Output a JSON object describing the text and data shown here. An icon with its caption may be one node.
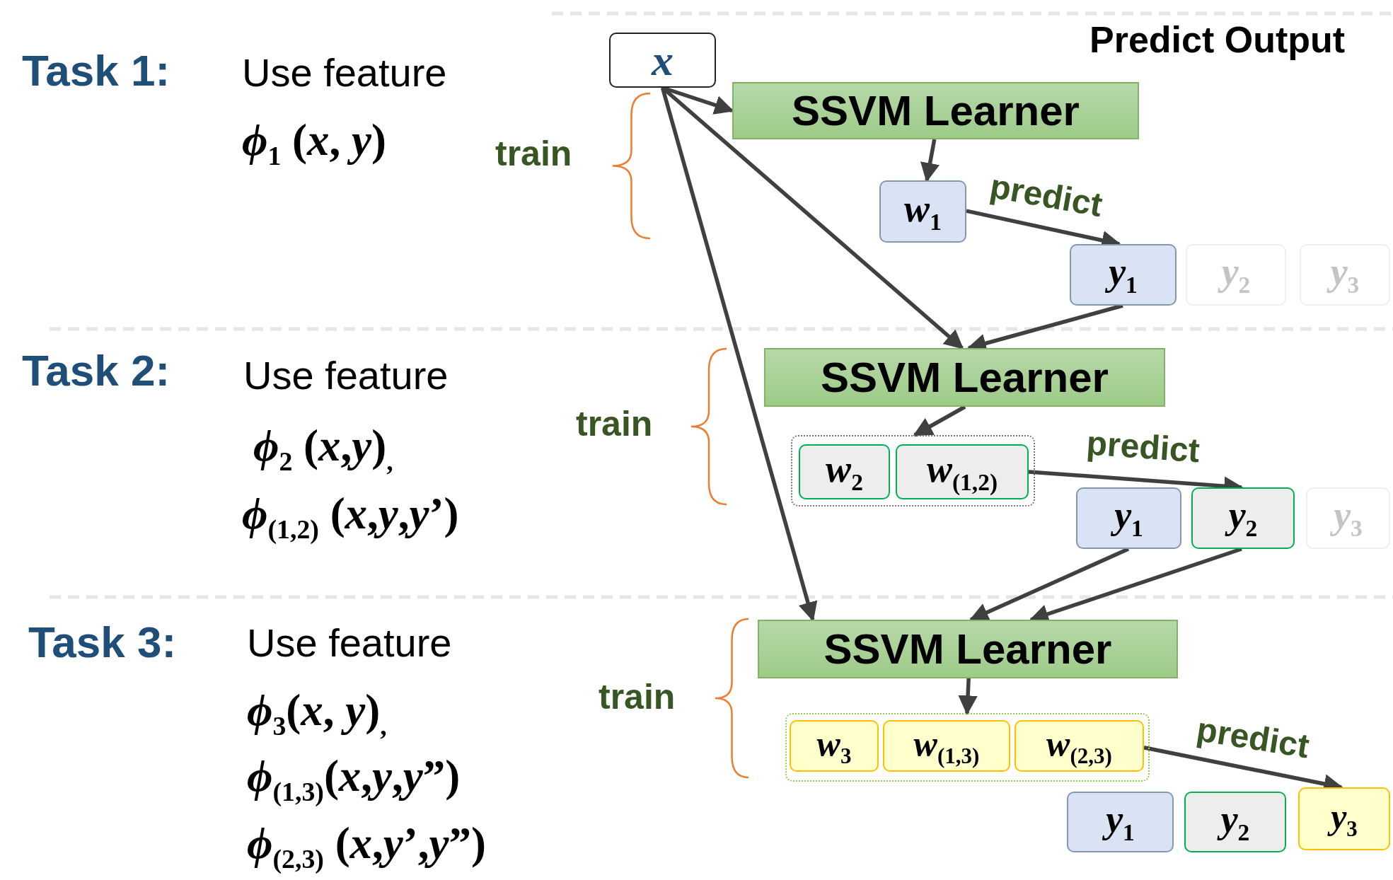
{
  "diagram": {
    "nodes": [
      {
        "text": [
          "x"
        ]
      },
      {
        "text": [
          "SSVM Learner"
        ]
      },
      {
        "text": [
          "*w*$_{1}$"
        ]
      },
      {
        "text": [
          "*y*$_{1}$"
        ]
      },
      {
        "text": [
          "*y*$_{2}$"
        ]
      },
      {
        "text": [
          "*y*$_{3}$"
        ]
      },
      {
        "text": [
          "SSVM Learner"
        ]
      },
      {
        "text": [],
        "shape": "box"
      },
      {
        "text": [
          "*w*$_{2}$"
        ],
        "in": 7
      },
      {
        "text": [
          "*w*$_{(1,2)}$"
        ],
        "in": 7
      },
      {
        "text": [
          "*y*$_{1}$"
        ]
      },
      {
        "text": [
          "*y*$_{2}$"
        ]
      },
      {
        "text": [
          "*y*$_{3}$"
        ]
      },
      {
        "text": [
          "SSVM Learner"
        ]
      },
      {
        "text": [],
        "shape": "box"
      },
      {
        "text": [
          "*w*$_{3}$"
        ],
        "in": 14
      },
      {
        "text": [
          "*w*$_{(1,3)}$"
        ],
        "in": 14
      },
      {
        "text": [
          "*w*$_{(2,3)}$"
        ],
        "in": 14
      },
      {
        "text": [
          "*y*$_{1}$"
        ]
      },
      {
        "text": [
          "*y*$_{2}$"
        ]
      },
      {
        "text": [
          "*y*$_{3}$"
        ]
      }
    ],
    "edges": [
      {
        "from": 0,
        "to": 1,
        "arrow": "to"
      },
      {
        "from": 0,
        "to": 6,
        "arrow": "to"
      },
      {
        "from": 0,
        "to": 13,
        "arrow": "to"
      },
      {
        "from": 1,
        "to": 2,
        "arrow": "to"
      },
      {
        "from": 2,
        "to": 3,
        "arrow": "to",
        "label": "predict"
      },
      {
        "from": 3,
        "to": 6,
        "arrow": "to"
      },
      {
        "from": 6,
        "to": 7,
        "arrow": "to"
      },
      {
        "from": 9,
        "to": 11,
        "arrow": "to",
        "label": "predict"
      },
      {
        "from": 10,
        "to": 13,
        "arrow": "to"
      },
      {
        "from": 11,
        "to": 13,
        "arrow": "to"
      },
      {
        "from": 13,
        "to": 14,
        "arrow": "to"
      },
      {
        "from": 17,
        "to": 20,
        "arrow": "to",
        "label": "predict"
      }
    ],
    "labels": [
      "Predict Output",
      "Task 1:",
      "Use feature",
      "*ϕ*$_{1}$ (*x*, *y*)",
      "train",
      "Task 2:",
      "Use feature",
      "*ϕ*$_{2}$ (*x*,*y*)$_{,}$",
      "*ϕ*$_{(1,2)}$ (*x*,*y*,*y*’)",
      "train",
      "Task 3:",
      "Use feature",
      "*ϕ*$_{3}$(*x*, *y*)$_{,}$",
      "*ϕ*$_{(1,3)}$(*x*,*y*,*y*”)",
      "*ϕ*$_{(2,3)}$ (*x*,*y*’,*y*”)",
      "train"
    ]
  }
}
